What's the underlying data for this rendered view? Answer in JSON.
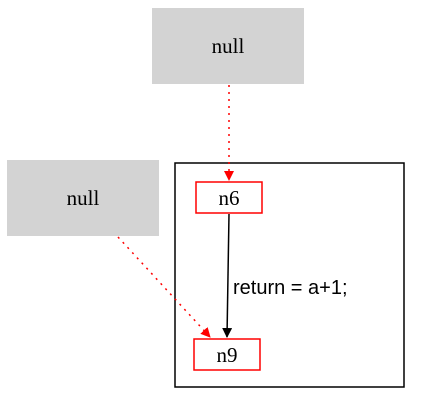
{
  "diagram": {
    "null_top": {
      "label": "null"
    },
    "null_left": {
      "label": "null"
    },
    "node_n6": {
      "label": "n6"
    },
    "node_n9": {
      "label": "n9"
    },
    "edge_n6_n9": {
      "label": "return = a+1;"
    }
  },
  "colors": {
    "null_fill": "#d3d3d3",
    "node_border": "#ff0000",
    "dotted_edge": "#ff0000",
    "solid_edge": "#000000",
    "cluster_border": "#000000"
  }
}
